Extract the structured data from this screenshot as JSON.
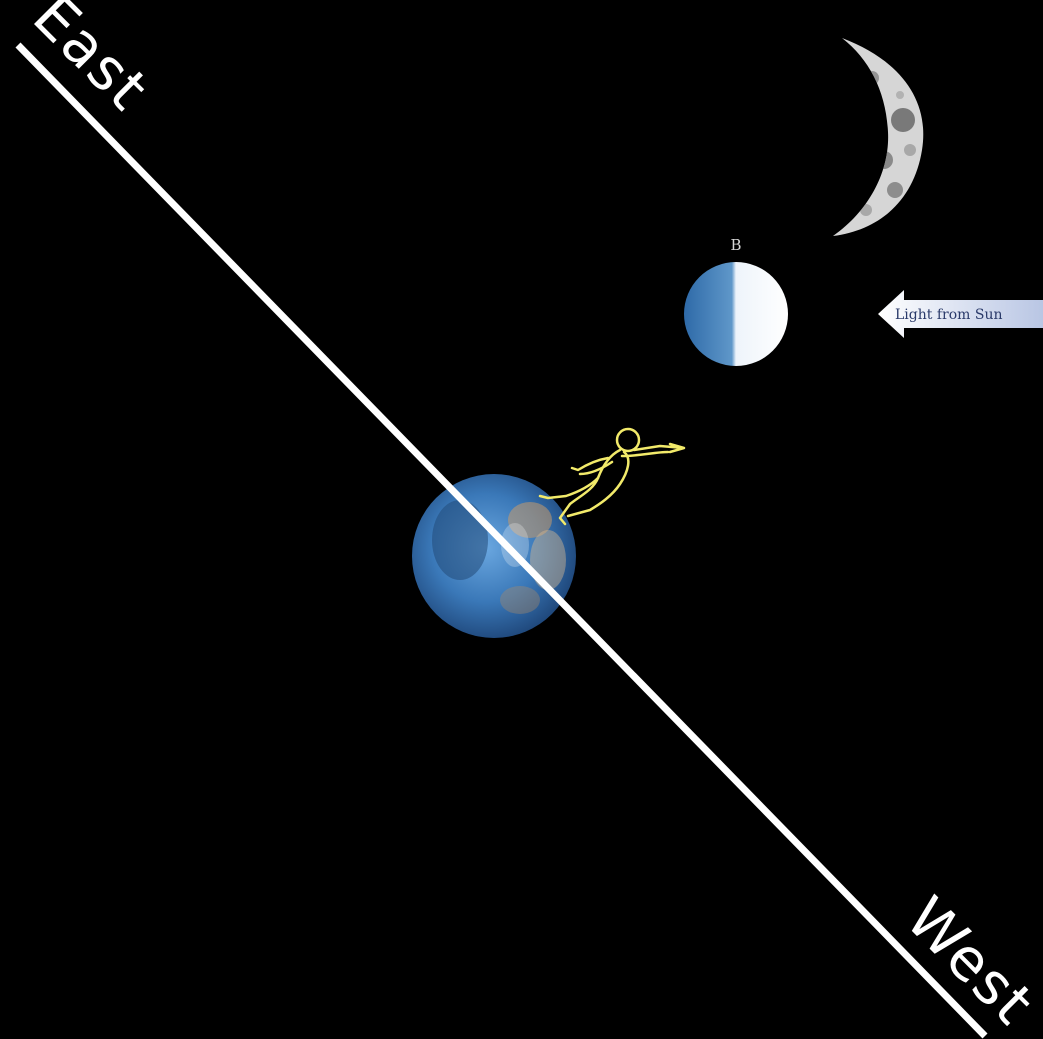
{
  "labels": {
    "east": "East",
    "west": "West",
    "moon_b": "B",
    "sunlight": "Light from Sun"
  },
  "colors": {
    "background": "#000000",
    "horizon_line": "#ffffff",
    "observer_outline": "#f2ea6a",
    "earth_ocean": "#3a78b8",
    "moon_lit": "#ffffff",
    "moon_dark": "#3a78b8"
  },
  "icons": {
    "observer": "stick-figure-pointing-icon",
    "sun_arrow": "left-arrow-icon"
  }
}
